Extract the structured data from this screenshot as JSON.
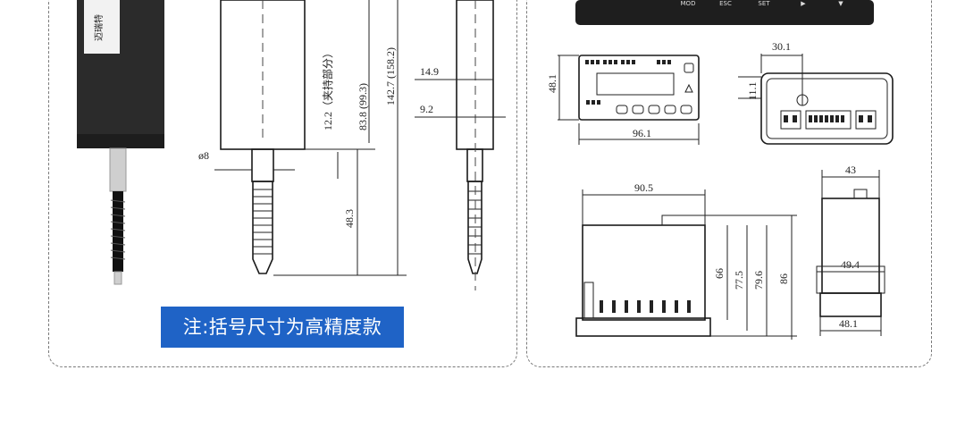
{
  "note": "注:括号尺寸为高精度款",
  "brand": "迈瑞特",
  "sensor": {
    "diameter": "ø8",
    "clamp": "12.2（夹持部分）",
    "d1": "83.8 (99.3)",
    "d2": "142.7 (158.2)",
    "d3": "48.3",
    "side_top": "14.9",
    "side_mid": "9.2"
  },
  "display_buttons": [
    "MOD",
    "ESC",
    "SET",
    "▶",
    "▼"
  ],
  "panel_meter": {
    "front_height": "48.1",
    "front_width": "96.1",
    "rear_width": "30.1",
    "rear_height": "11.1",
    "side_depth": "90.5",
    "side_h1": "66",
    "side_h2": "77.5",
    "side_h3": "79.6",
    "side_h4": "86",
    "top_width": "43",
    "mid_width": "49.4",
    "bottom_width": "48.1"
  },
  "colors": {
    "note_bg": "#1f63c6",
    "sensor_body": "#2b2b2b"
  }
}
